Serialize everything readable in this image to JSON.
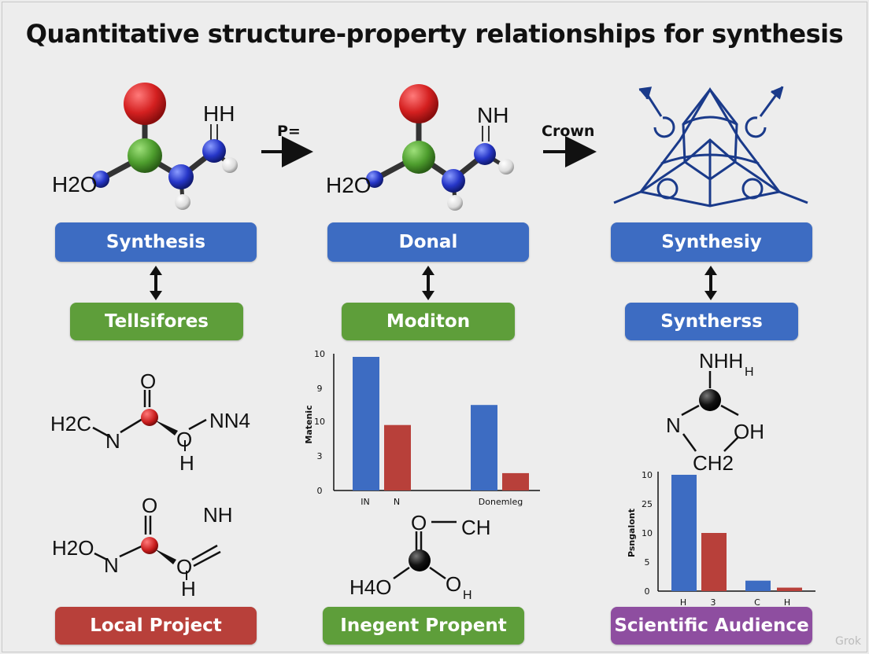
{
  "title": "Quantitative structure-property relationships for synthesis",
  "colors": {
    "blue": "#3d6cc2",
    "green": "#5e9e3a",
    "red": "#b8403a",
    "purple": "#8e4ea0",
    "bar_blue": "#3d6cc2",
    "bar_red": "#b8403a",
    "diagram_navy": "#1a3a8a"
  },
  "arrows": {
    "left_label": "P=",
    "right_label": "Crown"
  },
  "molecules": {
    "top_left": {
      "left_label": "H2O",
      "right_label": "HH"
    },
    "top_mid": {
      "left_label": "H2O",
      "right_label": "NH"
    }
  },
  "pills": {
    "synthesis": "Synthesis",
    "donal": "Donal",
    "synthesiy": "Synthesiy",
    "tellsifores": "Tellsifores",
    "moditon": "Moditon",
    "syntherss": "Syntherss",
    "local_project": "Local Project",
    "inegent_propent": "Inegent Propent",
    "scientific_audience": "Scientific Audience"
  },
  "structures": {
    "s1": {
      "left": "H2C",
      "n": "N",
      "top": "O",
      "o": "O",
      "right": "NN4",
      "bottom": "H"
    },
    "s2": {
      "left": "H2O",
      "n": "N",
      "top": "O",
      "o": "O",
      "right": "NH",
      "bottom": "H"
    },
    "s3": {
      "top": "O",
      "right": "CH",
      "left": "H4O",
      "o": "O",
      "sub": "H"
    },
    "s4": {
      "top": "NHH",
      "sub": "H",
      "left": "N",
      "right": "OH",
      "bottom": "CH2"
    }
  },
  "chart_data": [
    {
      "type": "bar",
      "ylabel": "Matenic",
      "ytick_labels": [
        "0",
        "3",
        "10",
        "9",
        "10"
      ],
      "xtick_labels": [
        "IN",
        "N",
        "Donemleg"
      ],
      "series": [
        {
          "color": "#3d6cc2",
          "values": [
            10,
            6.4
          ]
        },
        {
          "color": "#b8403a",
          "values": [
            4.9,
            1.3
          ]
        }
      ]
    },
    {
      "type": "bar",
      "ylabel": "Psngalont",
      "ytick_labels": [
        "0",
        "5",
        "10",
        "25",
        "10"
      ],
      "xtick_labels": [
        "H",
        "3",
        "C",
        "H"
      ],
      "series": [
        {
          "color": "#3d6cc2",
          "values": [
            10,
            0.9
          ]
        },
        {
          "color": "#b8403a",
          "values": [
            5,
            0.3
          ]
        }
      ]
    }
  ],
  "watermark": "Grok"
}
